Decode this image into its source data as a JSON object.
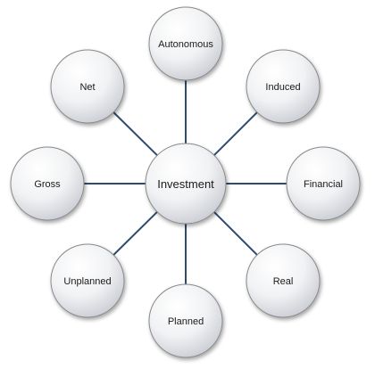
{
  "diagram": {
    "center": {
      "label": "Investment"
    },
    "nodes": [
      {
        "id": "autonomous",
        "label": "Autonomous"
      },
      {
        "id": "induced",
        "label": "Induced"
      },
      {
        "id": "financial",
        "label": "Financial"
      },
      {
        "id": "real",
        "label": "Real"
      },
      {
        "id": "planned",
        "label": "Planned"
      },
      {
        "id": "unplanned",
        "label": "Unplanned"
      },
      {
        "id": "gross",
        "label": "Gross"
      },
      {
        "id": "net",
        "label": "Net"
      }
    ],
    "colors": {
      "connector": "#2e4a6e",
      "circle_outline": "#8a8a8a",
      "circle_fill_light": "#ffffff",
      "circle_fill_dark": "#cfd3da"
    }
  }
}
